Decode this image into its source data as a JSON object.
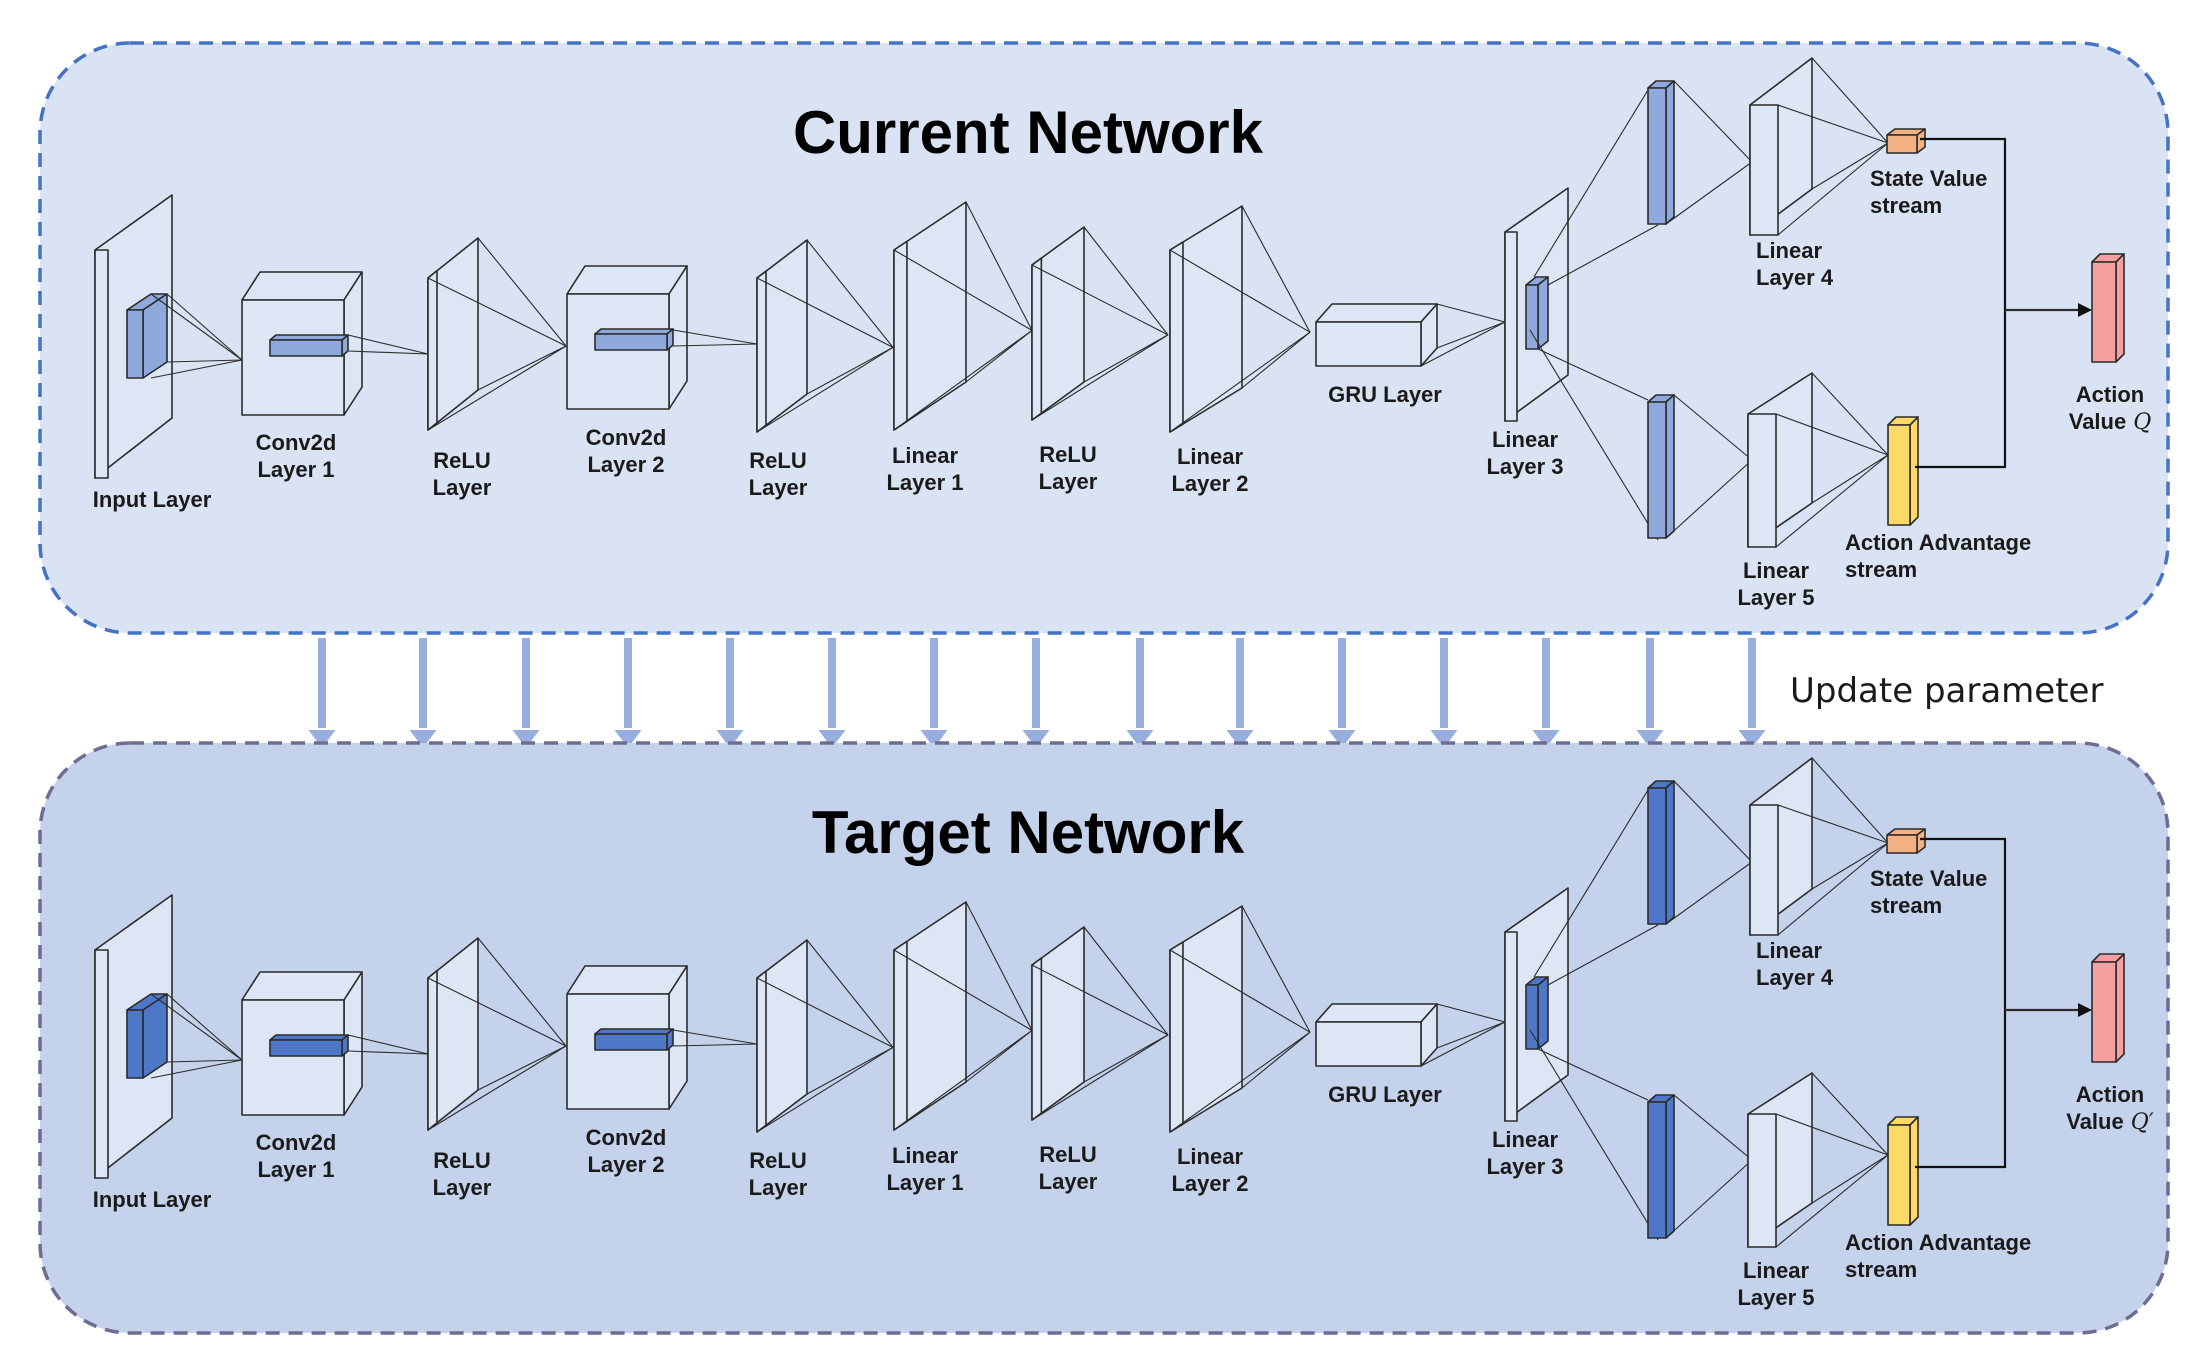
{
  "update_label": "Update parameter",
  "colors": {
    "panel_top_fill": "#dae3f3",
    "panel_bottom_fill": "#c5d2ec",
    "panel_top_border": "#4472c4",
    "panel_bottom_border": "#6f6c94",
    "layer_fill": "#dde6f5",
    "inner_top": "#8fa9dc",
    "inner_bottom": "#4f77c8",
    "state_value": "#f4b183",
    "advantage": "#ffd966",
    "action_value": "#f4a0a0",
    "update_arrow": "#98aedf"
  },
  "networks": [
    {
      "title": "Current Network",
      "labels": {
        "input": [
          "Input Layer"
        ],
        "conv1": [
          "Conv2d",
          "Layer 1"
        ],
        "relu1": [
          "ReLU",
          "Layer"
        ],
        "conv2": [
          "Conv2d",
          "Layer 2"
        ],
        "relu2": [
          "ReLU",
          "Layer"
        ],
        "lin1": [
          "Linear",
          "Layer 1"
        ],
        "relu3": [
          "ReLU",
          "Layer"
        ],
        "lin2": [
          "Linear",
          "Layer 2"
        ],
        "gru": [
          "GRU Layer"
        ],
        "lin3": [
          "Linear",
          "Layer 3"
        ],
        "lin4": [
          "Linear",
          "Layer 4"
        ],
        "lin5": [
          "Linear",
          "Layer 5"
        ],
        "state_value": [
          "State Value",
          "stream"
        ],
        "advantage": [
          "Action Advantage",
          "stream"
        ],
        "action_value": [
          "Action",
          "Value"
        ],
        "action_symbol": "Q"
      }
    },
    {
      "title": "Target Network",
      "labels": {
        "input": [
          "Input Layer"
        ],
        "conv1": [
          "Conv2d",
          "Layer 1"
        ],
        "relu1": [
          "ReLU",
          "Layer"
        ],
        "conv2": [
          "Conv2d",
          "Layer 2"
        ],
        "relu2": [
          "ReLU",
          "Layer"
        ],
        "lin1": [
          "Linear",
          "Layer 1"
        ],
        "relu3": [
          "ReLU",
          "Layer"
        ],
        "lin2": [
          "Linear",
          "Layer 2"
        ],
        "gru": [
          "GRU Layer"
        ],
        "lin3": [
          "Linear",
          "Layer 3"
        ],
        "lin4": [
          "Linear",
          "Layer 4"
        ],
        "lin5": [
          "Linear",
          "Layer 5"
        ],
        "state_value": [
          "State Value",
          "stream"
        ],
        "advantage": [
          "Action Advantage",
          "stream"
        ],
        "action_value": [
          "Action",
          "Value"
        ],
        "action_symbol": "Q′"
      }
    }
  ]
}
